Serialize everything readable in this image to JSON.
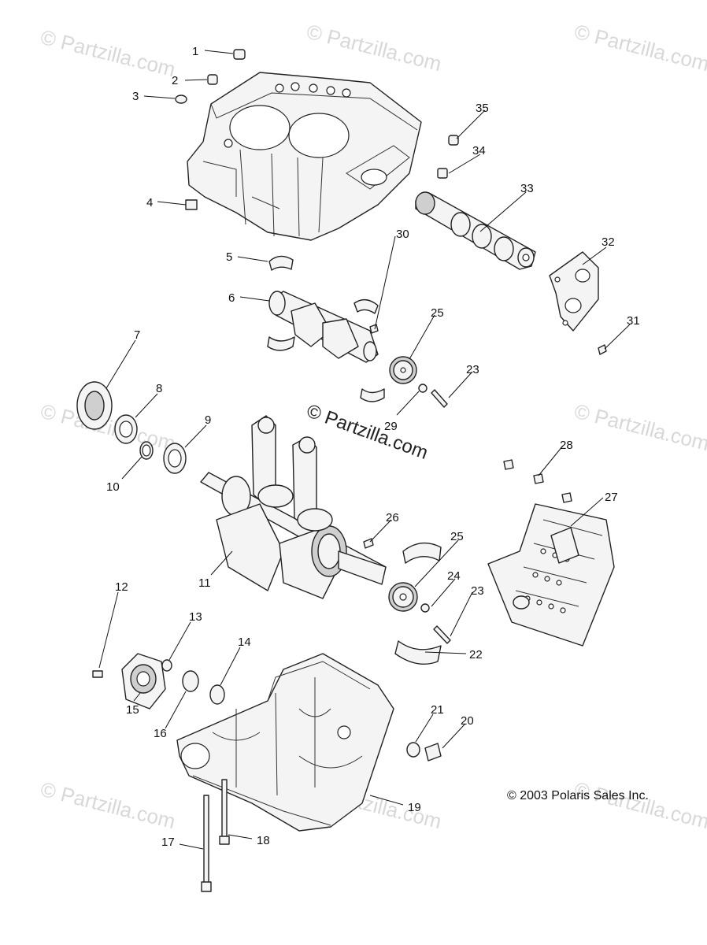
{
  "watermark": {
    "text": "© Partzilla.com",
    "center_text": "© Partzilla.com"
  },
  "copyright": "© 2003 Polaris Sales Inc.",
  "callouts": [
    {
      "id": "c1",
      "label": "1"
    },
    {
      "id": "c2",
      "label": "2"
    },
    {
      "id": "c3",
      "label": "3"
    },
    {
      "id": "c4",
      "label": "4"
    },
    {
      "id": "c5",
      "label": "5"
    },
    {
      "id": "c6",
      "label": "6"
    },
    {
      "id": "c7",
      "label": "7"
    },
    {
      "id": "c8",
      "label": "8"
    },
    {
      "id": "c9",
      "label": "9"
    },
    {
      "id": "c10",
      "label": "10"
    },
    {
      "id": "c11",
      "label": "11"
    },
    {
      "id": "c12",
      "label": "12"
    },
    {
      "id": "c13",
      "label": "13"
    },
    {
      "id": "c14",
      "label": "14"
    },
    {
      "id": "c15",
      "label": "15"
    },
    {
      "id": "c16",
      "label": "16"
    },
    {
      "id": "c17",
      "label": "17"
    },
    {
      "id": "c18",
      "label": "18"
    },
    {
      "id": "c19",
      "label": "19"
    },
    {
      "id": "c20",
      "label": "20"
    },
    {
      "id": "c21",
      "label": "21"
    },
    {
      "id": "c22",
      "label": "22"
    },
    {
      "id": "c23a",
      "label": "23"
    },
    {
      "id": "c23b",
      "label": "23"
    },
    {
      "id": "c24",
      "label": "24"
    },
    {
      "id": "c25a",
      "label": "25"
    },
    {
      "id": "c25b",
      "label": "25"
    },
    {
      "id": "c26",
      "label": "26"
    },
    {
      "id": "c27",
      "label": "27"
    },
    {
      "id": "c28",
      "label": "28"
    },
    {
      "id": "c29",
      "label": "29"
    },
    {
      "id": "c30",
      "label": "30"
    },
    {
      "id": "c31",
      "label": "31"
    },
    {
      "id": "c32",
      "label": "32"
    },
    {
      "id": "c33",
      "label": "33"
    },
    {
      "id": "c34",
      "label": "34"
    },
    {
      "id": "c35",
      "label": "35"
    }
  ]
}
